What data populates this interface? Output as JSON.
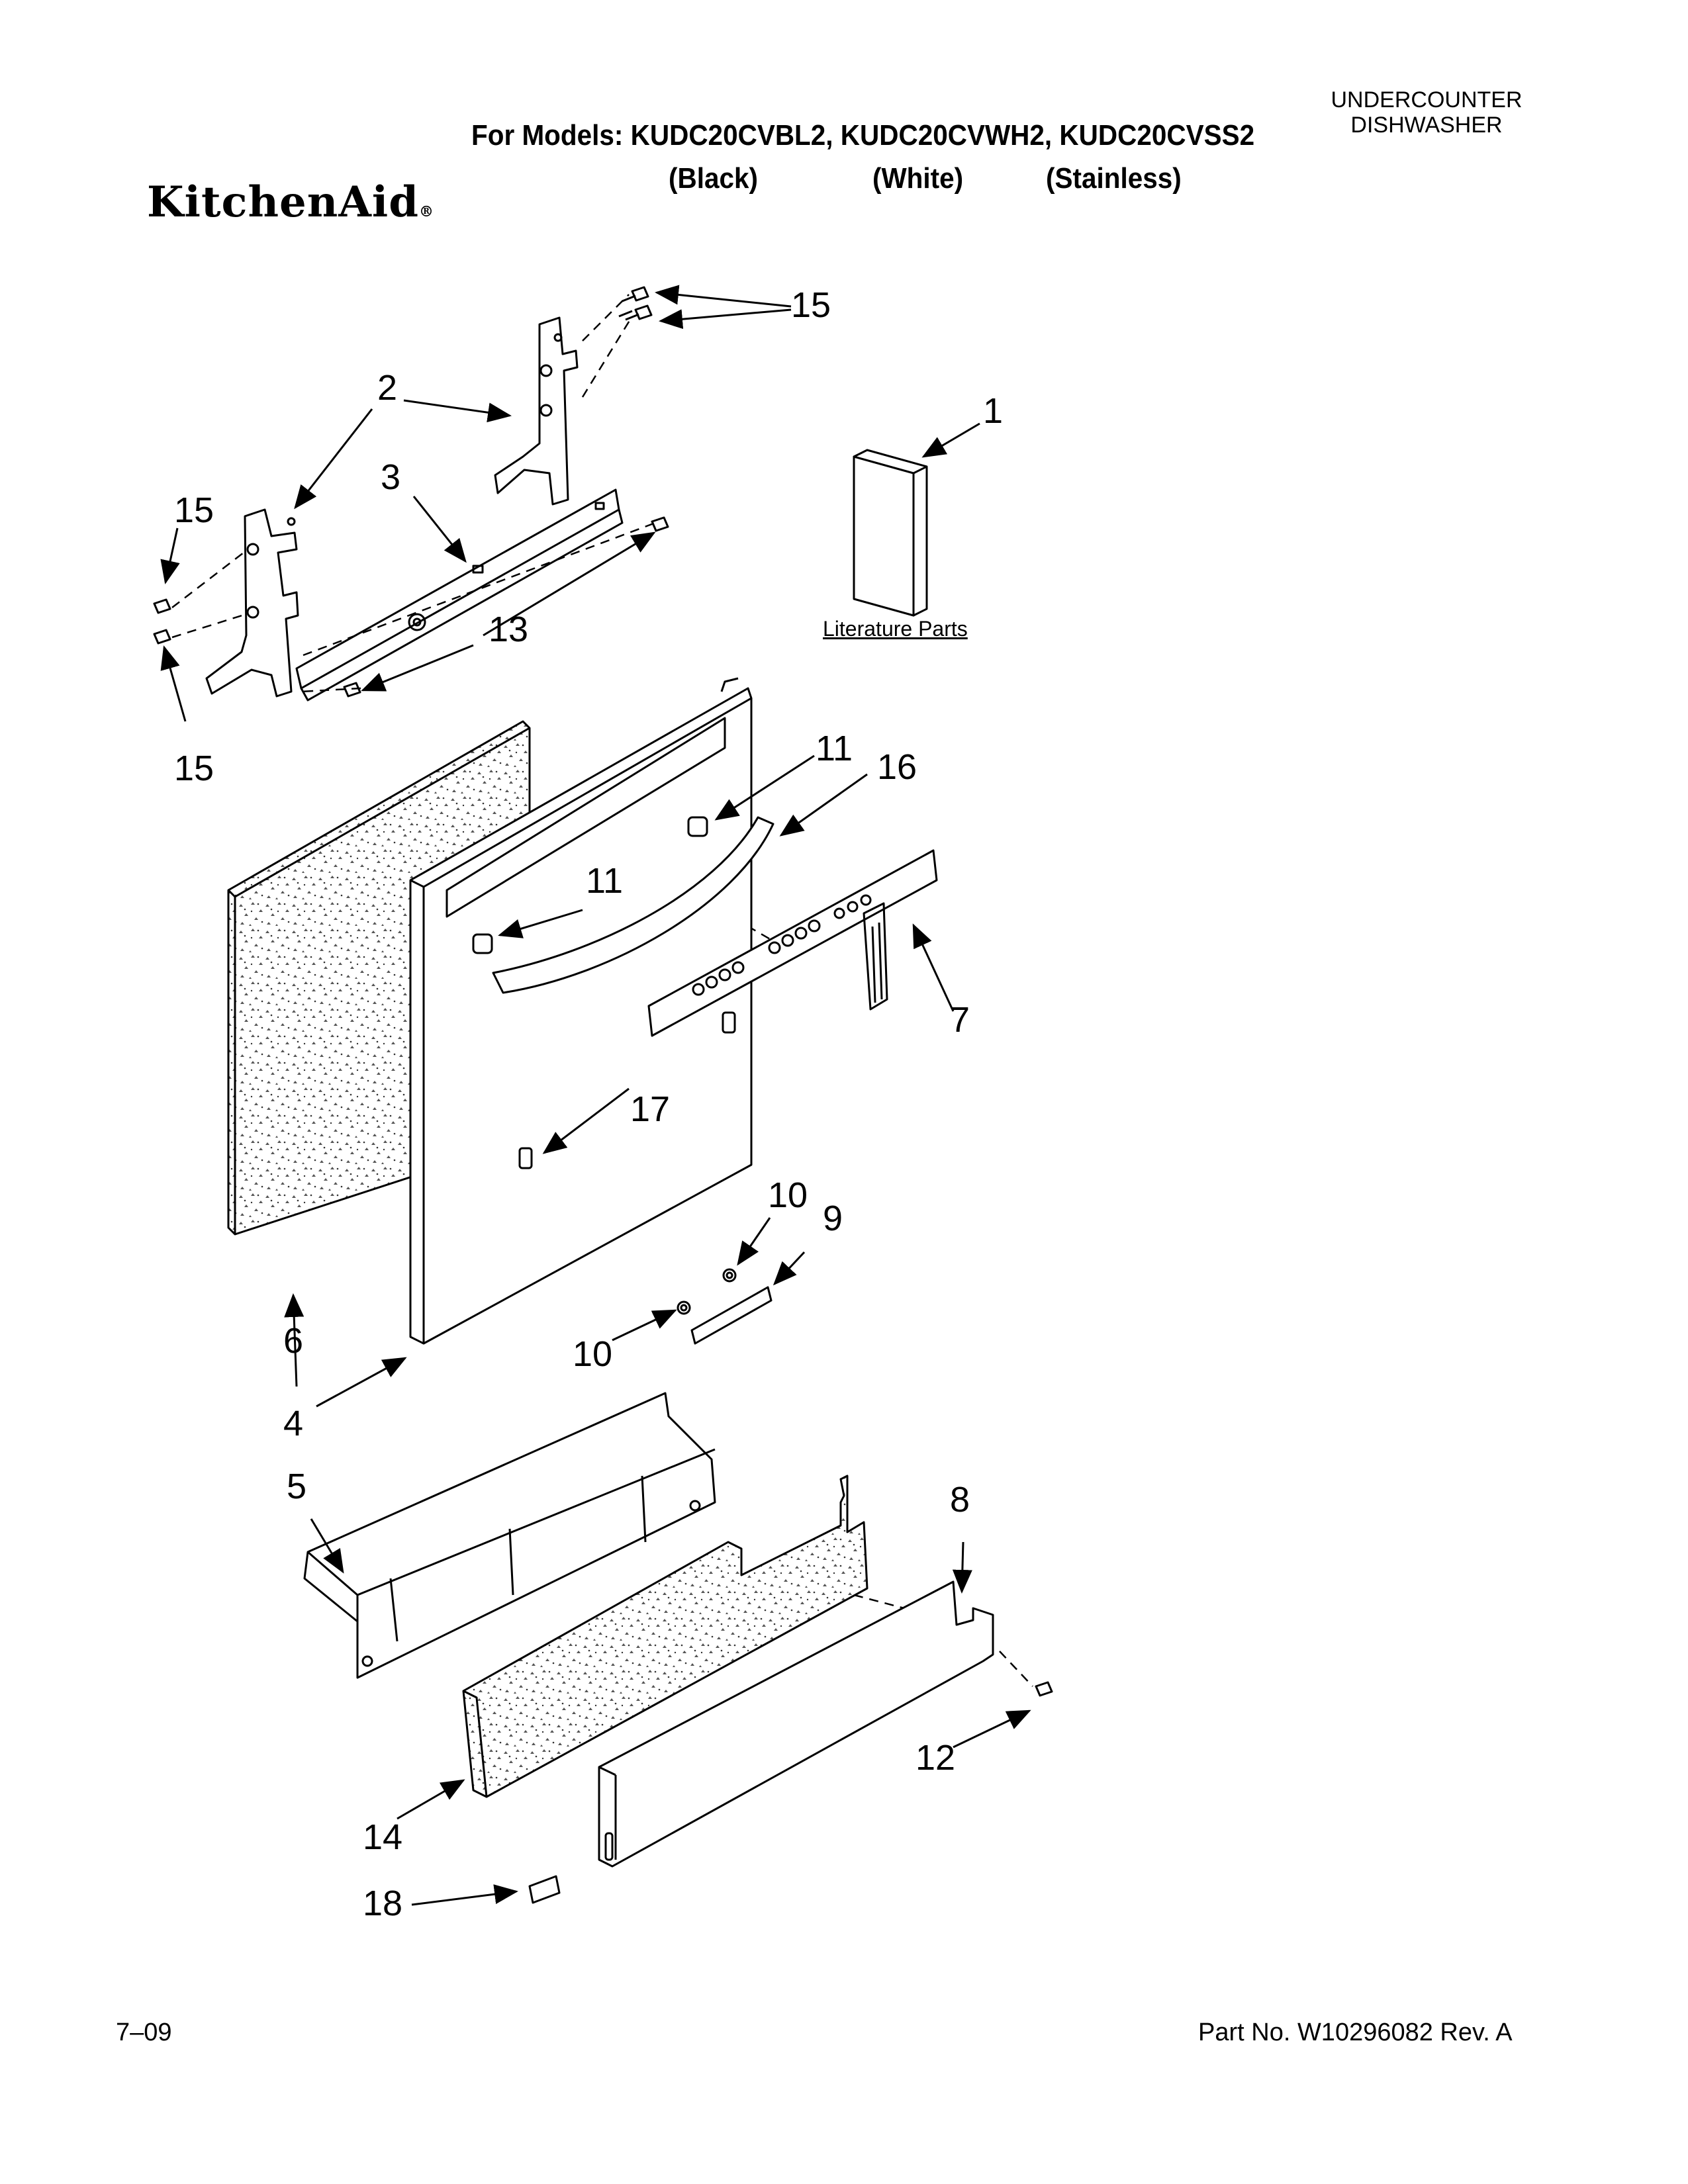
{
  "header": {
    "models_line": "For Models: KUDC20CVBL2, KUDC20CVWH2, KUDC20CVSS2",
    "variants": [
      "(Black)",
      "(White)",
      "(Stainless)"
    ],
    "doc_type_line1": "UNDERCOUNTER",
    "doc_type_line2": "DISHWASHER"
  },
  "brand": {
    "name": "KitchenAid",
    "registered": "®"
  },
  "literature_label": "Literature Parts",
  "callouts": {
    "c1": "1",
    "c2": "2",
    "c3": "3",
    "c4": "4",
    "c5": "5",
    "c6": "6",
    "c7": "7",
    "c8": "8",
    "c9": "9",
    "c10a": "10",
    "c10b": "10",
    "c11a": "11",
    "c11b": "11",
    "c12": "12",
    "c13": "13",
    "c14": "14",
    "c15a": "15",
    "c15b": "15",
    "c15c": "15",
    "c16": "16",
    "c17": "17",
    "c18": "18"
  },
  "footer": {
    "date": "7–09",
    "part_number": "Part No. W10296082 Rev. A"
  }
}
